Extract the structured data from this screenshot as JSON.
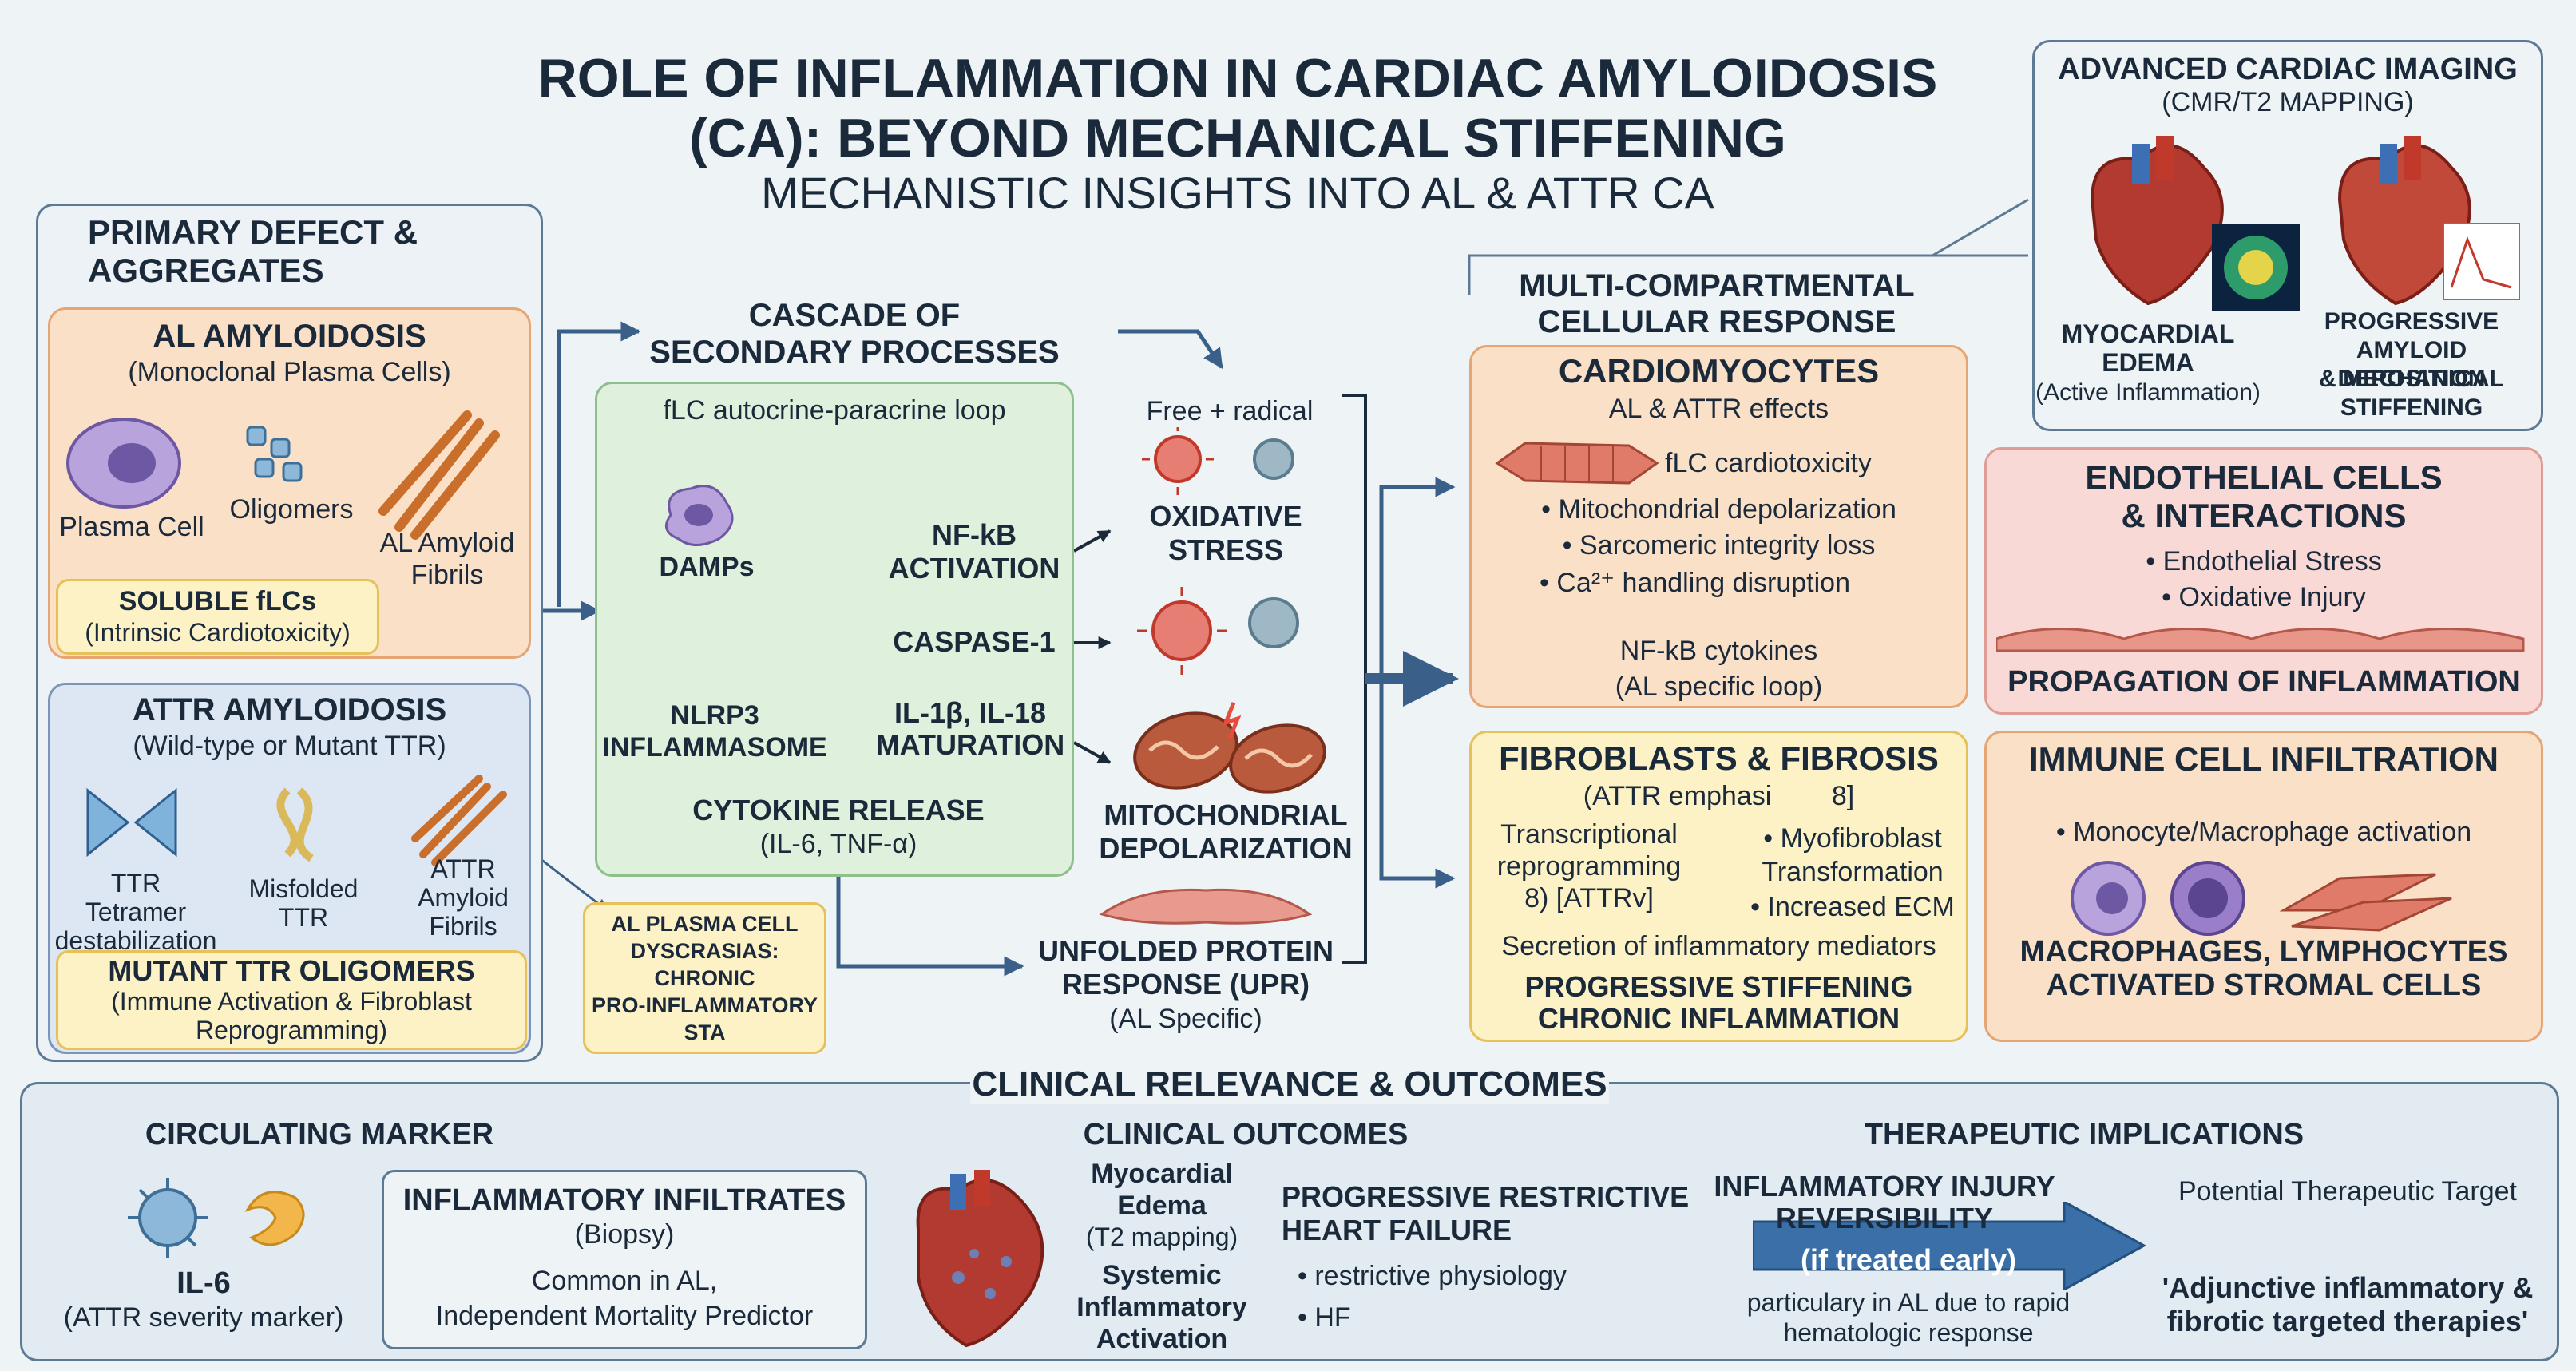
{
  "title": {
    "line1": "ROLE OF INFLAMMATION IN CARDIAC AMYLOIDOSIS",
    "line2": "(CA): BEYOND MECHANICAL STIFFENING",
    "subtitle": "MECHANISTIC INSIGHTS INTO AL & ATTR CA"
  },
  "primary": {
    "heading1": "PRIMARY DEFECT &",
    "heading2": "AGGREGATES",
    "al": {
      "title": "AL AMYLOIDOSIS",
      "subtitle": "(Monoclonal Plasma Cells)",
      "plasma_cell": "Plasma Cell",
      "oligomers": "Oligomers",
      "fibrils1": "AL Amyloid",
      "fibrils2": "Fibrils",
      "soluble_title": "SOLUBLE fLCs",
      "soluble_sub": "(Intrinsic Cardiotoxicity)"
    },
    "attr": {
      "title": "ATTR AMYLOIDOSIS",
      "subtitle": "(Wild-type or Mutant TTR)",
      "ttr1": "TTR",
      "ttr2": "Tetramer",
      "ttr3": "destabilization",
      "mis1": "Misfolded",
      "mis2": "TTR",
      "fib1": "ATTR",
      "fib2": "Amyloid",
      "fib3": "Fibrils",
      "mutant_title": "MUTANT TTR OLIGOMERS",
      "mutant_sub1": "(Immune Activation & Fibroblast",
      "mutant_sub2": "Reprogramming)"
    }
  },
  "cascade": {
    "heading1": "CASCADE OF",
    "heading2": "SECONDARY PROCESSES",
    "loop": "fLC autocrine-paracrine loop",
    "damps": "DAMPs",
    "nlrp3_1": "NLRP3",
    "nlrp3_2": "INFLAMMASOME",
    "nfkb1": "NF-kB",
    "nfkb2": "ACTIVATION",
    "caspase": "CASPASE-1",
    "il1": "IL-1β, IL-18",
    "il2": "MATURATION",
    "cytokine1": "CYTOKINE RELEASE",
    "cytokine2": "(IL-6, TNF-α)",
    "free_radical": "Free + radical",
    "ox1": "OXIDATIVE",
    "ox2": "STRESS",
    "mito1": "MITOCHONDRIAL",
    "mito2": "DEPOLARIZATION",
    "upr1": "UNFOLDED PROTEIN",
    "upr2": "RESPONSE (UPR)",
    "upr3": "(AL Specific)",
    "dyscrasia1": "AL PLASMA CELL",
    "dyscrasia2": "DYSCRASIAS:",
    "dyscrasia3": "CHRONIC",
    "dyscrasia4": "PRO-INFLAMMATORY",
    "dyscrasia5": "STA"
  },
  "imaging": {
    "title1": "ADVANCED CARDIAC IMAGING",
    "title2": "(CMR/T2 MAPPING)",
    "edema1": "MYOCARDIAL",
    "edema2": "EDEMA",
    "edema3": "(Active Inflammation)",
    "prog1": "PROGRESSIVE",
    "prog2": "AMYLOID DEPOSITION",
    "prog3": "& MECHANICAL",
    "prog4": "STIFFENING"
  },
  "multi": {
    "heading1": "MULTI-COMPARTMENTAL",
    "heading2": "CELLULAR RESPONSE"
  },
  "cardio": {
    "title": "CARDIOMYOCYTES",
    "sub": "AL & ATTR effects",
    "flc": "fLC cardiotoxicity",
    "b1": "• Mitochondrial depolarization",
    "b2": "• Sarcomeric integrity loss",
    "b3": "• Ca²⁺ handling disruption",
    "nfkb": "NF-kB cytokines",
    "loop": "(AL specific loop)"
  },
  "endo": {
    "title1": "ENDOTHELIAL CELLS",
    "title2": "& INTERACTIONS",
    "b1": "• Endothelial Stress",
    "b2": "• Oxidative Injury",
    "prop": "PROPAGATION OF INFLAMMATION"
  },
  "fibro": {
    "title": "FIBROBLASTS & FIBROSIS",
    "sub": "(ATTR emphasi        8]",
    "tr1": "Transcriptional",
    "tr2": "reprogramming",
    "tr3": "8) [ATTRv]",
    "my1": "• Myofibroblast",
    "my2": "Transformation",
    "ecm": "• Increased ECM",
    "secretion": "Secretion of inflammatory mediators",
    "prog1": "PROGRESSIVE STIFFENING",
    "prog2": "CHRONIC INFLAMMATION"
  },
  "immune": {
    "title": "IMMUNE CELL INFILTRATION",
    "b1": "• Monocyte/Macrophage activation",
    "m1": "MACROPHAGES, LYMPHOCYTES",
    "m2": "ACTIVATED STROMAL CELLS"
  },
  "clinical": {
    "heading": "CLINICAL RELEVANCE & OUTCOMES",
    "circ_title": "CIRCULATING MARKER",
    "il6": "IL-6",
    "il6_sub": "(ATTR severity marker)",
    "infil_title": "INFLAMMATORY INFILTRATES",
    "infil_sub": "(Biopsy)",
    "infil1": "Common in AL,",
    "infil2": "Independent Mortality Predictor",
    "outcomes_title": "CLINICAL OUTCOMES",
    "edema1": "Myocardial",
    "edema2": "Edema",
    "edema3": "(T2 mapping)",
    "sys1": "Systemic",
    "sys2": "Inflammatory",
    "sys3": "Activation",
    "hf1": "PROGRESSIVE RESTRICTIVE",
    "hf2": "HEART FAILURE",
    "hf_b1": "• restrictive physiology",
    "hf_b2": "• HF",
    "ther_title": "THERAPEUTIC IMPLICATIONS",
    "rev1": "INFLAMMATORY INJURY",
    "rev2": "REVERSIBILITY",
    "early": "(if treated early)",
    "part1": "particulary in AL due to rapid",
    "part2": "hematologic response",
    "target": "Potential Therapeutic Target",
    "adj1": "'Adjunctive inflammatory &",
    "adj2": "fibrotic targeted therapies'"
  },
  "colors": {
    "al_fill": "#fbe0c8",
    "attr_fill": "#dde6f3",
    "cascade_fill": "#dff0dc",
    "yellow_fill": "#fdf1c6",
    "endo_fill": "#f9d9d6",
    "bottom_fill": "#e2ebf2",
    "arrow": "#3a5f88"
  }
}
